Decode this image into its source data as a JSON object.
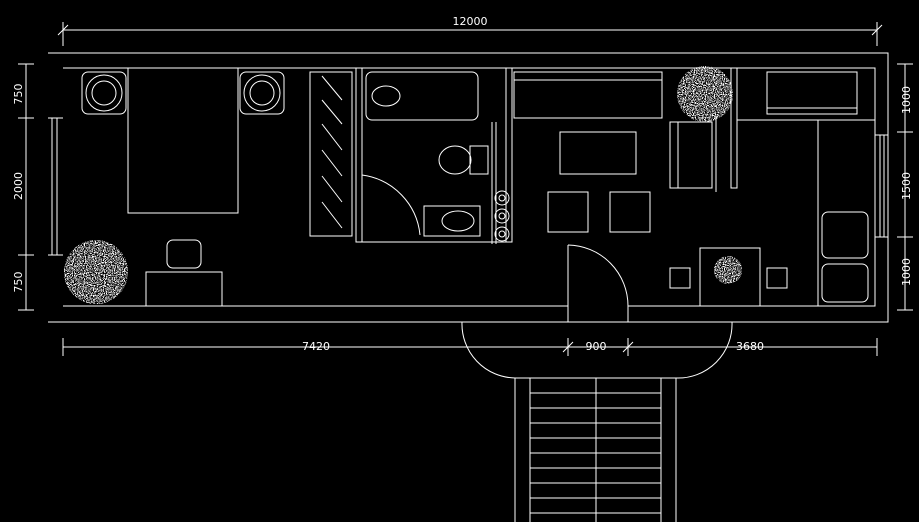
{
  "colors": {
    "background": "#000000",
    "line": "#ffffff"
  },
  "dimensions": {
    "overall_width": "12000",
    "bottom_left": "7420",
    "bottom_door": "900",
    "bottom_right": "3680",
    "left_top": "750",
    "left_middle": "2000",
    "left_bottom": "750",
    "right_top": "1000",
    "right_middle": "1500",
    "right_bottom": "1000"
  }
}
